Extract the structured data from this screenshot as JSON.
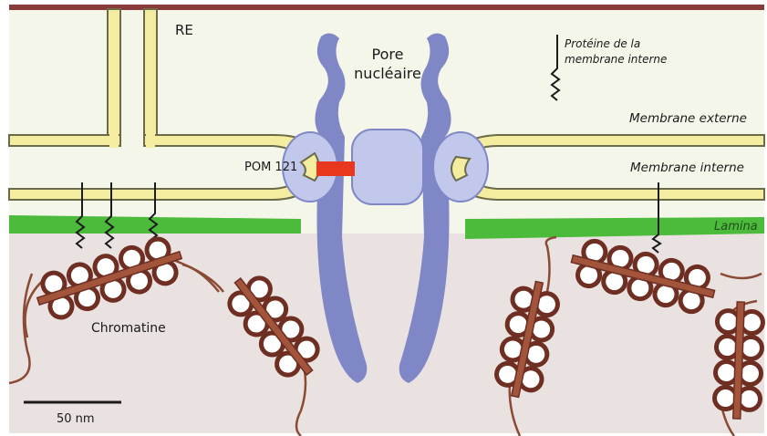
{
  "labels": {
    "re": "RE",
    "pore": "Pore\nnucléaire",
    "protein": "Protéine de la\nmembrane interne",
    "outer_membrane": "Membrane externe",
    "inner_membrane": "Membrane interne",
    "lamina": "Lamina",
    "pom121": "POM 121",
    "chromatine": "Chromatine",
    "scale": "50 nm"
  },
  "colors": {
    "border_top": "#8b3a3a",
    "cytoplasm": "#f3f6e9",
    "nucleoplasm": "#e9e2e0",
    "membrane_fill": "#f4ec9e",
    "membrane_edge": "#6b6b4a",
    "lamina": "#4cbb3c",
    "pore_dark": "#7f87c6",
    "pore_light": "#c2c8ec",
    "pom121": "#e8361f",
    "chromatin_ring": "#6e2e22",
    "chromatin_strand": "#8a4a34"
  },
  "icons": [
    "scale-bar-icon"
  ]
}
